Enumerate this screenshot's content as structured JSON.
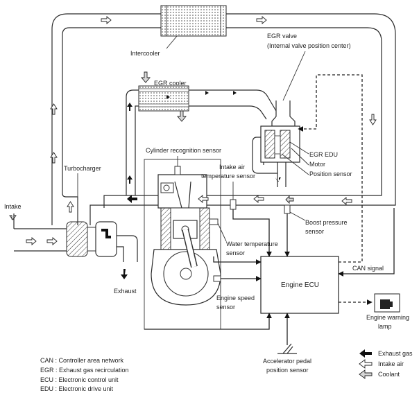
{
  "components": {
    "intercooler": "Intercooler",
    "egr_valve": "EGR valve",
    "egr_valve_note": "(Internal valve position center)",
    "egr_cooler": "EGR cooler",
    "cylinder_sensor": "Cylinder recognition sensor",
    "turbocharger": "Turbocharger",
    "intake_air_temp_1": "Intake air",
    "intake_air_temp_2": "temperature sensor",
    "egr_edu": "EGR EDU",
    "motor": "Motor",
    "position_sensor": "Position sensor",
    "intake": "Intake",
    "exhaust": "Exhaust",
    "boost_sensor_1": "Boost pressure",
    "boost_sensor_2": "sensor",
    "water_temp_1": "Water temperature",
    "water_temp_2": "sensor",
    "can_signal": "CAN signal",
    "engine_ecu": "Engine ECU",
    "engine_speed_1": "Engine speed",
    "engine_speed_2": "sensor",
    "warning_lamp_1": "Engine warning",
    "warning_lamp_2": "lamp",
    "pedal_sensor_1": "Accelerator pedal",
    "pedal_sensor_2": "position sensor"
  },
  "abbreviations": [
    "CAN : Controller area network",
    "EGR : Exhaust gas recirculation",
    "ECU : Electronic control unit",
    "EDU : Electronic drive unit"
  ],
  "legend": [
    {
      "key": "exhaust",
      "label": "Exhaust gas"
    },
    {
      "key": "intake",
      "label": "Intake air"
    },
    {
      "key": "coolant",
      "label": "Coolant"
    }
  ]
}
